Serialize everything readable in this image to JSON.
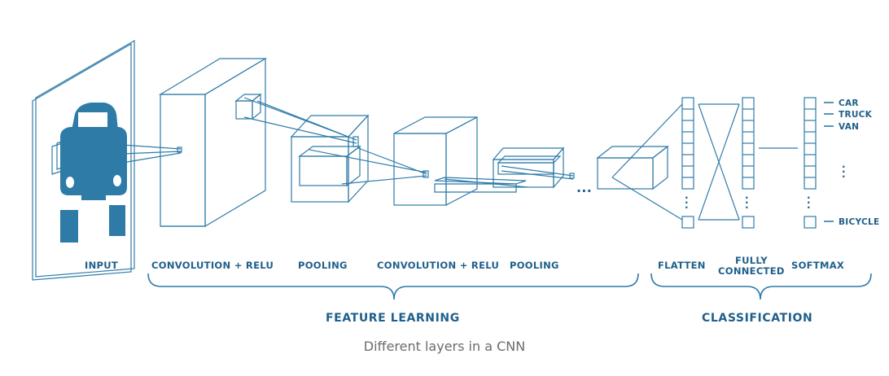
{
  "labels": {
    "input": "INPUT",
    "conv1": "CONVOLUTION + RELU",
    "pool1": "POOLING",
    "conv2": "CONVOLUTION + RELU",
    "pool2": "POOLING",
    "flatten": "FLATTEN",
    "fully_line1": "FULLY",
    "fully_line2": "CONNECTED",
    "softmax": "SOFTMAX"
  },
  "groups": {
    "feature_learning": "FEATURE LEARNING",
    "classification": "CLASSIFICATION"
  },
  "classes": [
    "CAR",
    "TRUCK",
    "VAN",
    "BICYCLE"
  ],
  "caption": "Different layers in a CNN",
  "colors": {
    "primary": "#2f7ba8",
    "label": "#1f5f8b",
    "caption": "#6b6b6b"
  }
}
